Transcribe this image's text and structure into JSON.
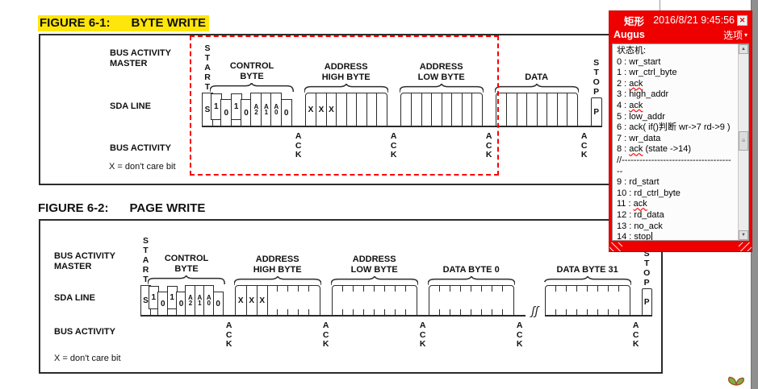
{
  "fig1": {
    "title_label": "FIGURE 6-1:",
    "title_name": "BYTE WRITE",
    "highlight_color": "#ffe60a",
    "labels": {
      "bus_master_1": "BUS ACTIVITY",
      "bus_master_2": "MASTER",
      "sda": "SDA LINE",
      "bus": "BUS ACTIVITY",
      "note": "X = don't care bit"
    },
    "ack": "ACK",
    "break_glyph": "ʃʃ",
    "cfg": {
      "bitW": 14,
      "cellW": 12.5,
      "gap": 16,
      "breakW": 0
    },
    "groups": [
      {
        "t": "bit",
        "text": "S",
        "header": "START"
      },
      {
        "t": "bits",
        "brace": [
          "CONTROL",
          "BYTE"
        ],
        "cells": [
          [
            "1",
            "hi"
          ],
          [
            "0",
            "lo"
          ],
          [
            "1",
            "hi"
          ],
          [
            "0",
            "lo"
          ],
          [
            "A|2",
            "full"
          ],
          [
            "A|1",
            "full"
          ],
          [
            "A|0",
            "full"
          ],
          [
            "0",
            "lo"
          ]
        ]
      },
      {
        "t": "ack"
      },
      {
        "t": "byte",
        "brace": [
          "ADDRESS",
          "HIGH BYTE"
        ],
        "sep": "line",
        "cells": [
          "X",
          "X",
          "X",
          "",
          "",
          "",
          "",
          ""
        ]
      },
      {
        "t": "ack"
      },
      {
        "t": "byte",
        "brace": [
          "ADDRESS",
          "LOW BYTE"
        ],
        "sep": "line",
        "cells": [
          "",
          "",
          "",
          "",
          "",
          "",
          "",
          ""
        ]
      },
      {
        "t": "ack"
      },
      {
        "t": "byte",
        "brace": [
          "DATA"
        ],
        "sep": "line",
        "cells": [
          "",
          "",
          "",
          "",
          "",
          "",
          "",
          ""
        ]
      },
      {
        "t": "ack"
      },
      {
        "t": "bit",
        "text": "P",
        "header": "STOP",
        "p": true
      }
    ]
  },
  "fig2": {
    "title_label": "FIGURE 6-2:",
    "title_name": "PAGE WRITE",
    "labels": {
      "bus_master_1": "BUS ACTIVITY",
      "bus_master_2": "MASTER",
      "sda": "SDA LINE",
      "bus": "BUS ACTIVITY",
      "note": "X = don't care bit"
    },
    "ack": "ACK",
    "break_glyph": "ʃʃ",
    "cfg": {
      "bitW": 13,
      "cellW": 13,
      "gap": 14,
      "breakW": 24
    },
    "groups": [
      {
        "t": "bit",
        "text": "S",
        "header": "START"
      },
      {
        "t": "bits",
        "brace": [
          "CONTROL",
          "BYTE"
        ],
        "cells": [
          [
            "1",
            "hi"
          ],
          [
            "0",
            "lo"
          ],
          [
            "1",
            "hi"
          ],
          [
            "0",
            "lo"
          ],
          [
            "A|2",
            "full"
          ],
          [
            "A|1",
            "full"
          ],
          [
            "A|0",
            "full"
          ],
          [
            "0",
            "lo"
          ]
        ]
      },
      {
        "t": "ack"
      },
      {
        "t": "byte",
        "brace": [
          "ADDRESS",
          "HIGH BYTE"
        ],
        "sep": "auto",
        "cells": [
          "X",
          "X",
          "X",
          "",
          "",
          "",
          "",
          ""
        ]
      },
      {
        "t": "ack"
      },
      {
        "t": "byte",
        "brace": [
          "ADDRESS",
          "LOW BYTE"
        ],
        "sep": "tick",
        "cells": [
          "",
          "",
          "",
          "",
          "",
          "",
          "",
          ""
        ]
      },
      {
        "t": "ack"
      },
      {
        "t": "byte",
        "brace": [
          "DATA BYTE 0"
        ],
        "sep": "tick",
        "cells": [
          "",
          "",
          "",
          "",
          "",
          "",
          "",
          ""
        ]
      },
      {
        "t": "ack"
      },
      {
        "t": "break"
      },
      {
        "t": "byte",
        "brace": [
          "DATA BYTE 31"
        ],
        "sep": "tick",
        "cells": [
          "",
          "",
          "",
          "",
          "",
          "",
          "",
          ""
        ]
      },
      {
        "t": "ack"
      },
      {
        "t": "bit",
        "text": "P",
        "header": "STOP",
        "p": true
      }
    ]
  },
  "note_window": {
    "title": "矩形",
    "timestamp": "2016/8/21 9:45:56",
    "close_icon": "✕",
    "author": "Augus",
    "options_label": "选项",
    "options_caret": "▾",
    "scroll_up_icon": "▲",
    "scroll_down_icon": "▼",
    "lines": [
      [
        [
          "状态机:"
        ]
      ],
      [
        [
          "0 : wr_start"
        ]
      ],
      [
        [
          "1 : wr_ctrl_byte"
        ]
      ],
      [
        [
          "2 : "
        ],
        [
          "ack",
          "mis"
        ]
      ],
      [
        [
          "3 : high_addr"
        ]
      ],
      [
        [
          "4 : "
        ],
        [
          "ack",
          "mis"
        ]
      ],
      [
        [
          "5 : low_addr"
        ]
      ],
      [
        [
          "6 : ack( if()判断 wr->7  rd->9 )"
        ]
      ],
      [
        [
          "7 : wr_data"
        ]
      ],
      [
        [
          "8 : "
        ],
        [
          "ack",
          "mis"
        ],
        [
          " (state ->14)"
        ]
      ],
      [
        [
          "//-------------------------------------"
        ]
      ],
      [
        [
          "--"
        ]
      ],
      [
        [
          "9 : rd_start"
        ]
      ],
      [
        [
          "10 : rd_ctrl_byte"
        ]
      ],
      [
        [
          "11 : "
        ],
        [
          "ack",
          "mis"
        ]
      ],
      [
        [
          "12 : rd_data"
        ]
      ],
      [
        [
          "13 : no_ack"
        ]
      ],
      [
        [
          "14 : stop"
        ],
        [
          "",
          "caret"
        ]
      ]
    ],
    "colors": {
      "window_red": "#ef0000",
      "body_bg": "#fcfcfc"
    }
  },
  "page_colors": {
    "highlight_yellow": "#ffe60a",
    "dashed_red": "#fa0000",
    "diagram_ink": "#2b2b2b",
    "gray_strip": "#8f8f8f"
  }
}
